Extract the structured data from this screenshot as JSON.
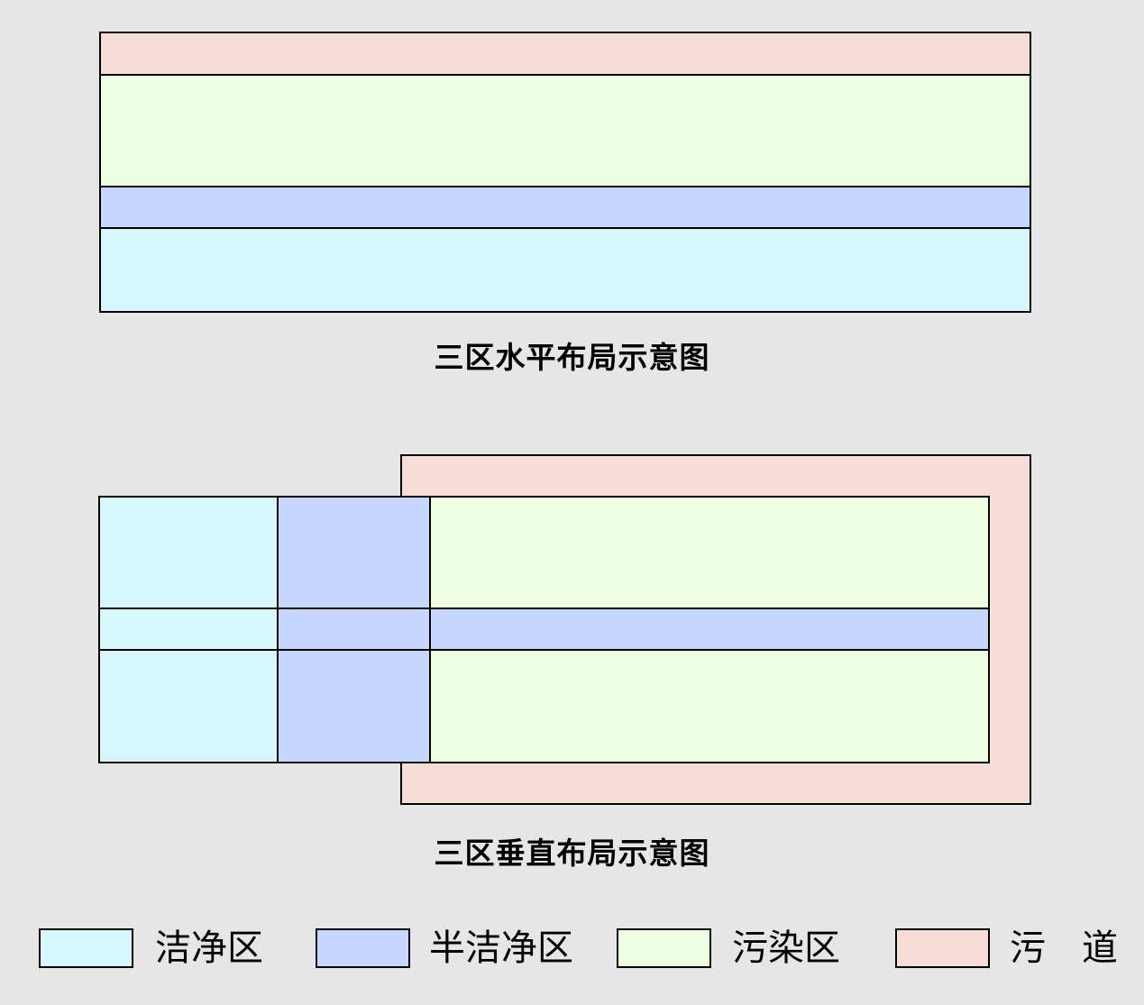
{
  "colors": {
    "clean": "#d8f6fe",
    "semi_clean": "#c6d6fe",
    "contaminated": "#eefee0",
    "dirty_path": "#f8dcd6",
    "background": "#e6e6e6",
    "border": "#000000"
  },
  "horizontal_diagram": {
    "caption": "三区水平布局示意图"
  },
  "vertical_diagram": {
    "caption": "三区垂直布局示意图"
  },
  "legend": {
    "items": [
      {
        "label": "洁净区",
        "zone": "clean"
      },
      {
        "label": "半洁净区",
        "zone": "semi_clean"
      },
      {
        "label": "污染区",
        "zone": "contaminated"
      },
      {
        "label": "污　道",
        "zone": "dirty_path"
      }
    ]
  }
}
